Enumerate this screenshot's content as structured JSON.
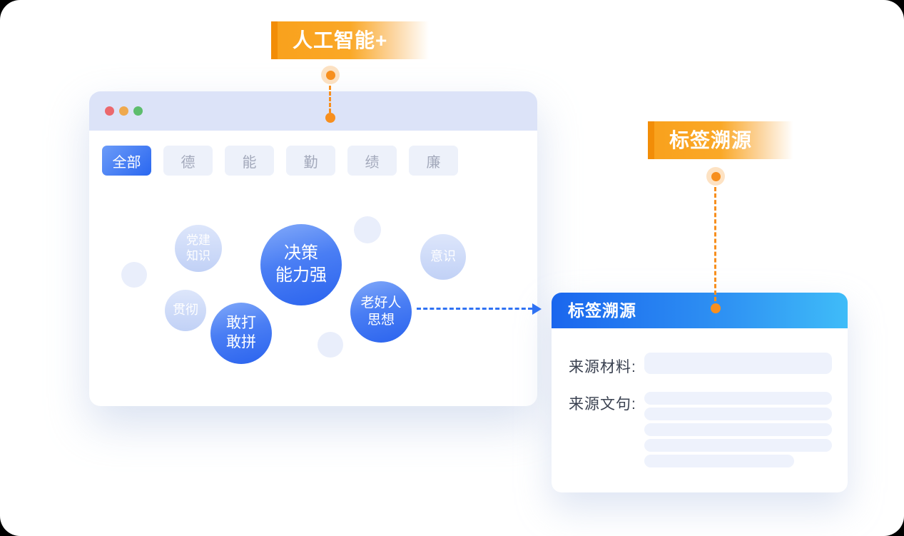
{
  "callouts": {
    "ai": {
      "label": "人工智能+"
    },
    "trace": {
      "label": "标签溯源"
    }
  },
  "window": {
    "tabs": [
      {
        "label": "全部",
        "active": true
      },
      {
        "label": "德",
        "active": false
      },
      {
        "label": "能",
        "active": false
      },
      {
        "label": "勤",
        "active": false
      },
      {
        "label": "绩",
        "active": false
      },
      {
        "label": "廉",
        "active": false
      }
    ],
    "bubbles": {
      "dangjian": {
        "lines": [
          "党建",
          "知识"
        ],
        "style": "light"
      },
      "juece": {
        "lines": [
          "决策",
          "能力强"
        ],
        "style": "primary"
      },
      "yishi": {
        "lines": [
          "意识"
        ],
        "style": "light"
      },
      "guanche": {
        "lines": [
          "贯彻"
        ],
        "style": "light"
      },
      "ganda": {
        "lines": [
          "敢打",
          "敢拼"
        ],
        "style": "primary"
      },
      "laohaoren": {
        "lines": [
          "老好人",
          "思想"
        ],
        "style": "primary"
      }
    }
  },
  "panel": {
    "title": "标签溯源",
    "fields": [
      {
        "label": "来源材料:",
        "bars": 1
      },
      {
        "label": "来源文句:",
        "bars": 5
      }
    ]
  },
  "colors": {
    "accent_orange": "#f78f1e",
    "badge_orange": "#f9a11c",
    "arrow_blue": "#2f72f3",
    "panel_header_start": "#1a66ee",
    "panel_header_end": "#3fbcf8",
    "bubble_blue": "#2a63ee",
    "bubble_light": "#c1d1f6",
    "titlebar_bg": "#dce3f8",
    "traffic_red": "#eb686d",
    "traffic_yellow": "#efa94e",
    "traffic_green": "#5dbd6d"
  }
}
